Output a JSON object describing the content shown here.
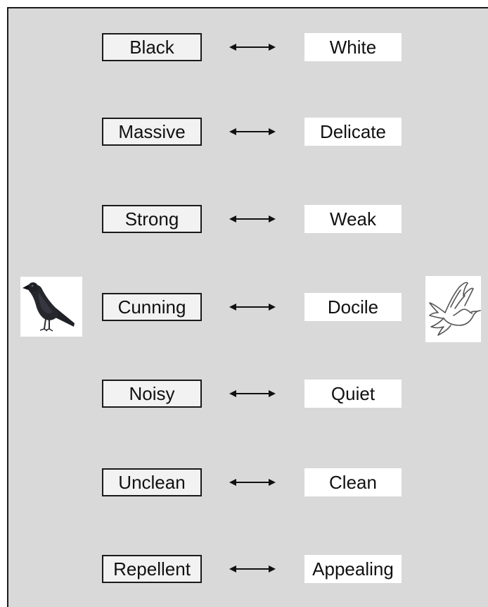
{
  "pairs": [
    {
      "left": "Black",
      "right": "White"
    },
    {
      "left": "Massive",
      "right": "Delicate"
    },
    {
      "left": "Strong",
      "right": "Weak"
    },
    {
      "left": "Cunning",
      "right": "Docile"
    },
    {
      "left": "Noisy",
      "right": "Quiet"
    },
    {
      "left": "Unclean",
      "right": "Clean"
    },
    {
      "left": "Repellent",
      "right": "Appealing"
    }
  ],
  "icons": {
    "left_image": "crow-icon",
    "right_image": "dove-icon",
    "connector": "double-headed-arrow-icon"
  },
  "colors": {
    "panel_background": "#d9d9d9",
    "left_term_background": "#f2f2f2",
    "right_term_background": "#ffffff",
    "border": "#1a1a1a",
    "text": "#111111"
  }
}
